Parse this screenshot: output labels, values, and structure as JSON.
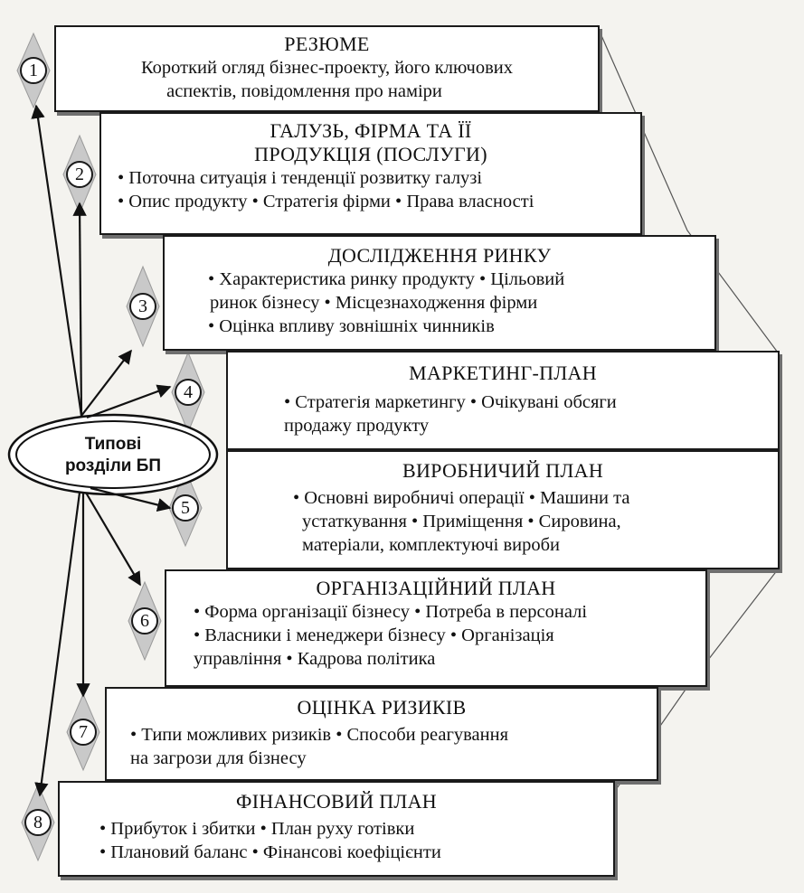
{
  "center": {
    "line1": "Типові",
    "line2": "розділи БП"
  },
  "sections": [
    {
      "num": "1",
      "title": [
        "РЕЗЮМЕ"
      ],
      "body": [
        "Короткий огляд бізнес-проекту, його ключових",
        "аспектів, повідомлення про наміри"
      ]
    },
    {
      "num": "2",
      "title": [
        "ГАЛУЗЬ, ФІРМА ТА ЇЇ",
        "ПРОДУКЦІЯ (ПОСЛУГИ)"
      ],
      "body": [
        "• Поточна ситуація і тенденції розвитку галузі",
        "• Опис продукту • Стратегія фірми • Права власності"
      ]
    },
    {
      "num": "3",
      "title": [
        "ДОСЛІДЖЕННЯ РИНКУ"
      ],
      "body": [
        "• Характеристика ринку продукту • Цільовий",
        "ринок бізнесу • Місцезнаходження фірми",
        "• Оцінка впливу зовнішніх чинників"
      ]
    },
    {
      "num": "4",
      "title": [
        "МАРКЕТИНГ-ПЛАН"
      ],
      "body": [
        "• Стратегія маркетингу • Очікувані обсяги",
        "продажу продукту"
      ]
    },
    {
      "num": "5",
      "title": [
        "ВИРОБНИЧИЙ ПЛАН"
      ],
      "body": [
        "• Основні виробничі операції • Машини та",
        "устаткування • Приміщення • Сировина,",
        "матеріали, комплектуючі вироби"
      ]
    },
    {
      "num": "6",
      "title": [
        "ОРГАНІЗАЦІЙНИЙ ПЛАН"
      ],
      "body": [
        "• Форма організації бізнесу • Потреба в персоналі",
        "• Власники і менеджери бізнесу • Організація",
        "управління • Кадрова політика"
      ]
    },
    {
      "num": "7",
      "title": [
        "ОЦІНКА РИЗИКІВ"
      ],
      "body": [
        "• Типи можливих ризиків • Способи реагування",
        "на загрози для бізнесу"
      ]
    },
    {
      "num": "8",
      "title": [
        "ФІНАНСОВИЙ ПЛАН"
      ],
      "body": [
        "• Прибуток і збитки • План руху готівки",
        "• Плановий баланс  • Фінансові коефіцієнти"
      ]
    }
  ]
}
